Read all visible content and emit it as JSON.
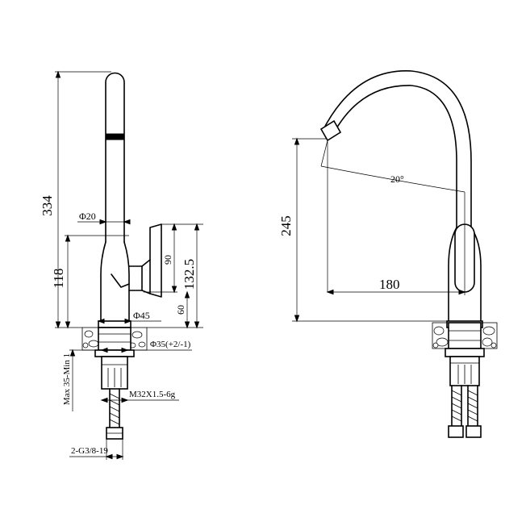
{
  "left_view": {
    "dim_total_height": "334",
    "dim_pipe_diameter": "Φ20",
    "dim_lower_height": "118",
    "dim_handle": "90",
    "dim_body": "132.5",
    "dim_base_height": "60",
    "dim_base_diameter": "Φ45",
    "dim_hole": "Φ35(+2/-1)",
    "dim_counter": "Max 35-Min 1",
    "dim_thread": "M32X1.5-6g",
    "dim_hose": "2-G3/8-19"
  },
  "right_view": {
    "dim_spout_height": "245",
    "dim_angle": "20°",
    "dim_reach": "180"
  }
}
